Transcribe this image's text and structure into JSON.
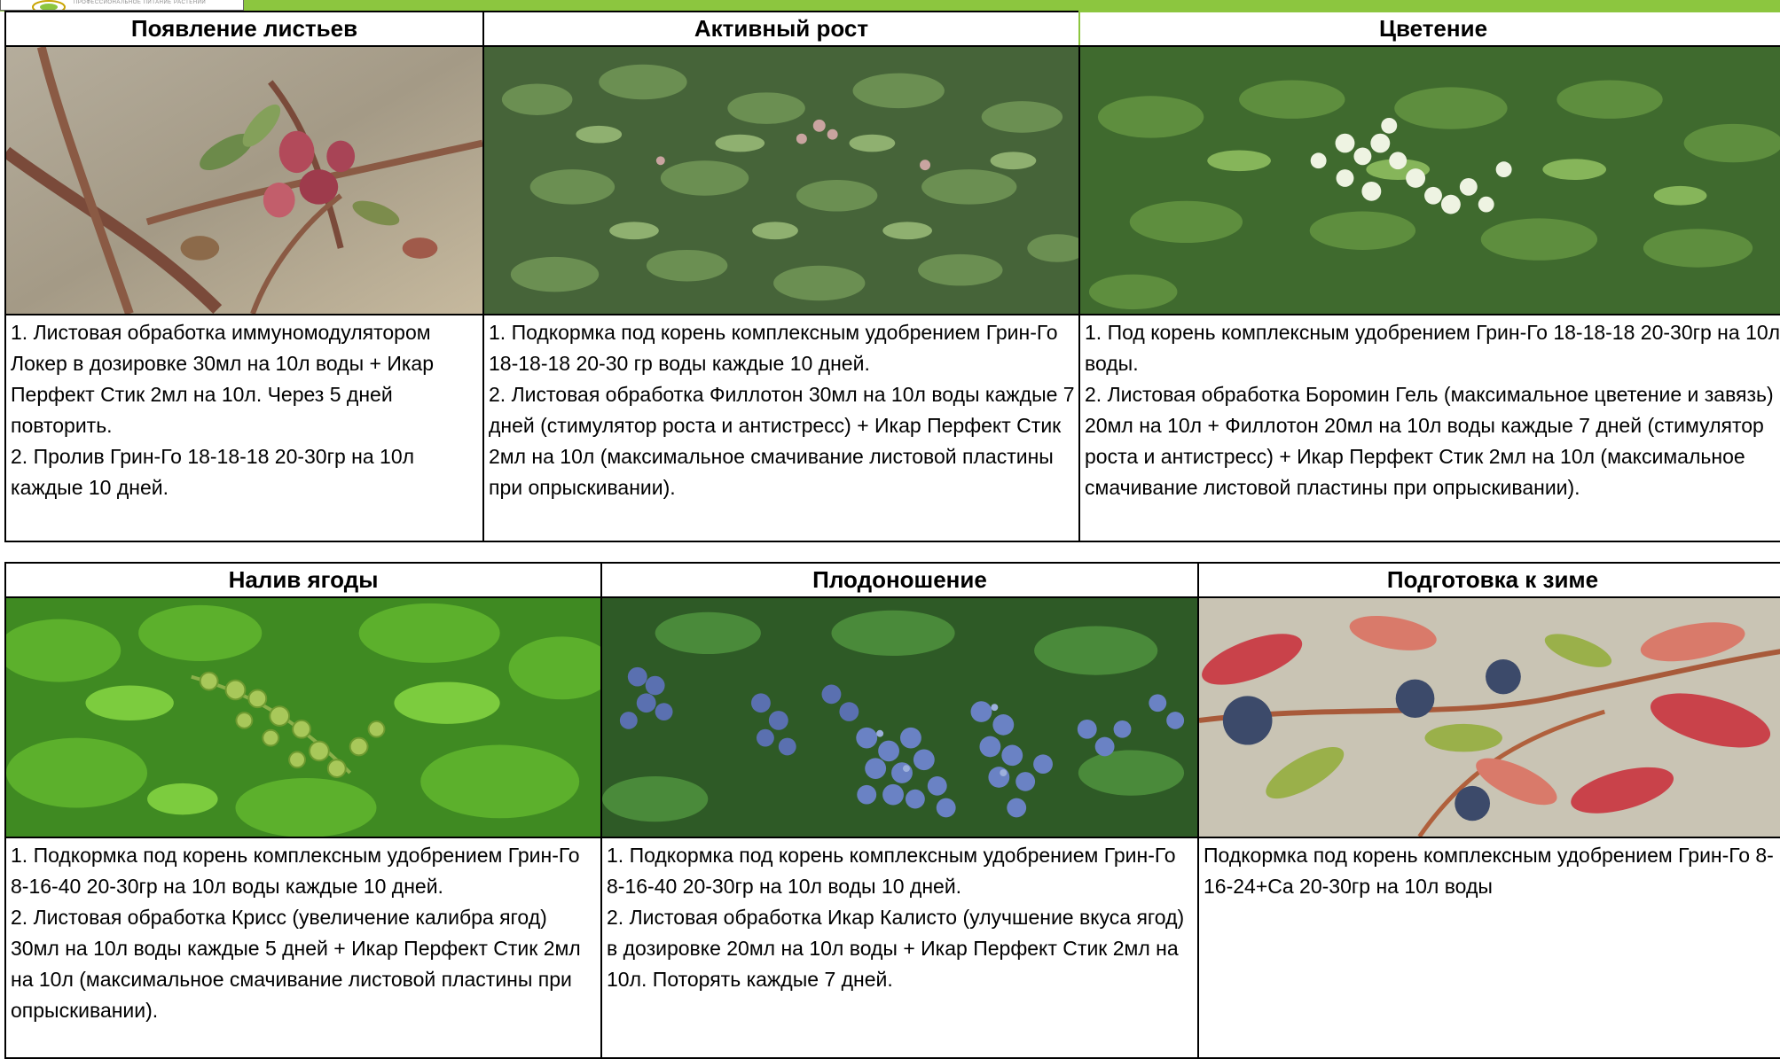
{
  "brand": {
    "tagline": "ПРОФЕССИОНАЛЬНОЕ ПИТАНИЕ РАСТЕНИЙ"
  },
  "colors": {
    "accent": "#8cc63f"
  },
  "stages": [
    {
      "title": "Появление листьев",
      "photo_subject": "blueberry-buds",
      "lines": [
        "1. Листовая обработка иммуномодулятором Локер в дозировке 30мл на 10л воды + Икар Перфект Стик 2мл на 10л. Через 5 дней повторить.",
        "2. Пролив Грин-Го 18-18-18 20-30гр на 10л каждые 10 дней."
      ]
    },
    {
      "title": "Активный рост",
      "photo_subject": "blueberry-bush",
      "lines": [
        "1. Подкормка под корень комплексным удобрением Грин-Го 18-18-18 20-30 гр воды каждые 10 дней.",
        "2. Листовая обработка Филлотон 30мл на 10л воды каждые 7 дней (стимулятор роста и антистресс) + Икар Перфект Стик 2мл на 10л (максимальное смачивание листовой пластины при опрыскивании)."
      ]
    },
    {
      "title": "Цветение",
      "photo_subject": "blueberry-flowers",
      "lines": [
        "1. Под корень комплексным удобрением Грин-Го 18-18-18 20-30гр на 10л воды.",
        "2. Листовая обработка Боромин Гель (максимальное цветение и завязь) 20мл на 10л + Филлотон 20мл на 10л воды каждые 7 дней (стимулятор роста и антистресс) + Икар Перфект Стик 2мл на 10л (максимальное смачивание листовой пластины при опрыскивании)."
      ]
    },
    {
      "title": "Налив ягоды",
      "photo_subject": "green-berries",
      "lines": [
        "1. Подкормка под корень комплексным удобрением Грин-Го 8-16-40 20-30гр на 10л воды каждые 10 дней.",
        "2. Листовая обработка Крисс (увеличение калибра ягод) 30мл на 10л воды каждые 5 дней + Икар Перфект Стик 2мл на 10л (максимальное смачивание листовой пластины при опрыскивании)."
      ]
    },
    {
      "title": "Плодоношение",
      "photo_subject": "ripe-blueberries",
      "lines": [
        "1. Подкормка под корень комплексным удобрением Грин-Го 8-16-40 20-30гр на 10л воды 10 дней.",
        "2. Листовая обработка Икар Калисто (улучшение вкуса ягод) в дозировке 20мл на 10л воды + Икар Перфект Стик 2мл на 10л. Поторять каждые 7 дней."
      ]
    },
    {
      "title": "Подготовка к зиме",
      "photo_subject": "autumn-leaves",
      "lines": [
        "Подкормка под корень комплексным удобрением Грин-Го 8-16-24+Ca 20-30гр на 10л воды"
      ]
    }
  ]
}
